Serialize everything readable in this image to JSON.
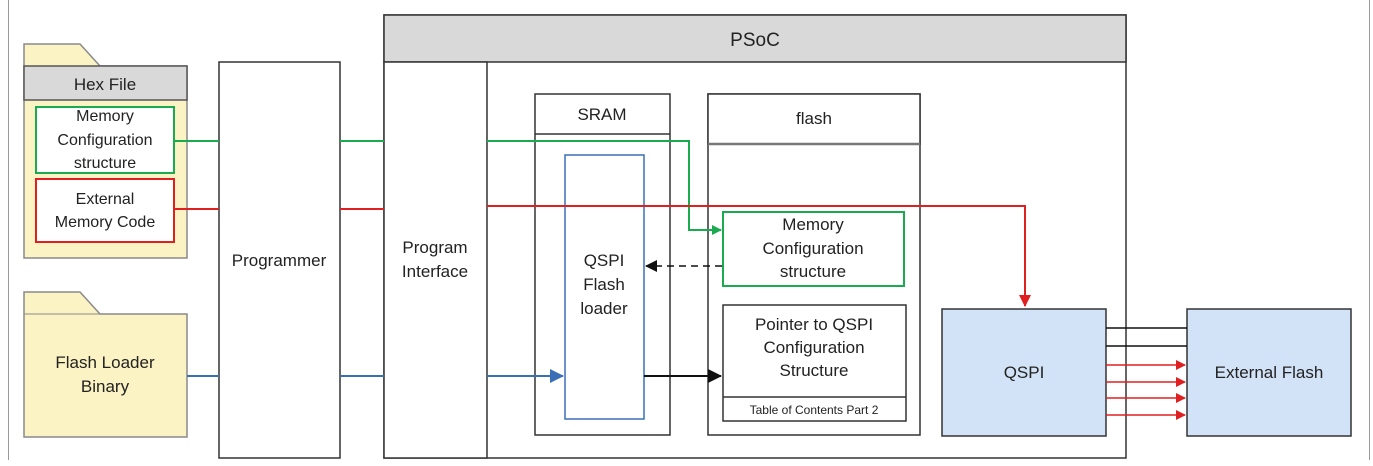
{
  "hex_file": {
    "title": "Hex File",
    "memory_config": [
      "Memory",
      "Configuration",
      "structure"
    ],
    "external_code": [
      "External",
      "Memory Code"
    ]
  },
  "flash_loader_binary": [
    "Flash Loader",
    "Binary"
  ],
  "programmer": "Programmer",
  "psoc": {
    "title": "PSoC",
    "program_interface": [
      "Program",
      "Interface"
    ],
    "sram": {
      "title": "SRAM",
      "loader": [
        "QSPI",
        "Flash",
        "loader"
      ]
    },
    "flash": {
      "title": "flash",
      "memory_config": [
        "Memory",
        "Configuration",
        "structure"
      ],
      "pointer": [
        "Pointer to QSPI",
        "Configuration",
        "Structure"
      ],
      "toc": "Table of Contents Part 2"
    }
  },
  "qspi": "QSPI",
  "external_flash": "External Flash",
  "colors": {
    "green": "#1aaa50",
    "red": "#e02020",
    "blue": "#3a6fb8",
    "folder_fill": "#fbf3c4",
    "block_fill": "#d3e3f7",
    "header_fill": "#d9d9d9"
  }
}
